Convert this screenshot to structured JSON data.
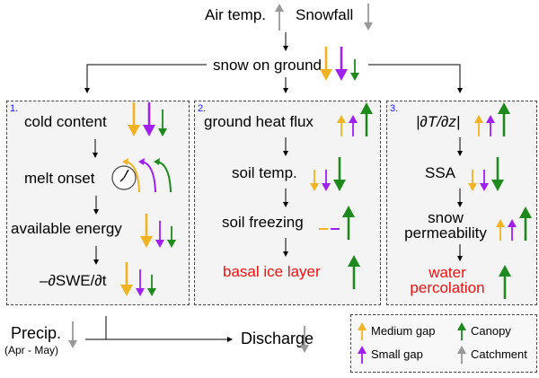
{
  "colors": {
    "medium_gap": "#F0B323",
    "small_gap": "#A020F0",
    "canopy": "#1E8A1E",
    "catchment": "#999999",
    "highlight": "#F01010",
    "panel_number": "#1A1AFF"
  },
  "top": {
    "air_temp": "Air temp.",
    "air_temp_arrows": [
      {
        "c": "catchment",
        "d": "up",
        "s": "m"
      }
    ],
    "snowfall": "Snowfall",
    "snowfall_arrows": [
      {
        "c": "catchment",
        "d": "down",
        "s": "m"
      }
    ],
    "snow_on_ground": "snow on ground",
    "snow_on_ground_arrows": [
      {
        "c": "medium_gap",
        "d": "down",
        "s": "l"
      },
      {
        "c": "small_gap",
        "d": "down",
        "s": "l"
      },
      {
        "c": "canopy",
        "d": "down",
        "s": "s"
      }
    ]
  },
  "panel1": {
    "number": "1.",
    "cold_content": "cold content",
    "cold_content_arrows": [
      {
        "c": "medium_gap",
        "d": "down",
        "s": "l"
      },
      {
        "c": "small_gap",
        "d": "down",
        "s": "l"
      },
      {
        "c": "canopy",
        "d": "down",
        "s": "m"
      }
    ],
    "melt_onset": "melt onset",
    "melt_onset_shift": "earlier",
    "available_energy": "available energy",
    "available_energy_arrows": [
      {
        "c": "medium_gap",
        "d": "down",
        "s": "l"
      },
      {
        "c": "small_gap",
        "d": "down",
        "s": "m"
      },
      {
        "c": "canopy",
        "d": "down",
        "s": "s"
      }
    ],
    "melt_rate": "–∂SWE/∂t",
    "melt_rate_arrows": [
      {
        "c": "medium_gap",
        "d": "down",
        "s": "l"
      },
      {
        "c": "small_gap",
        "d": "down",
        "s": "m"
      },
      {
        "c": "canopy",
        "d": "down",
        "s": "s"
      }
    ]
  },
  "panel2": {
    "number": "2.",
    "ground_heat_flux": "ground heat flux",
    "ground_heat_flux_arrows": [
      {
        "c": "medium_gap",
        "d": "up",
        "s": "s"
      },
      {
        "c": "small_gap",
        "d": "up",
        "s": "s"
      },
      {
        "c": "canopy",
        "d": "up",
        "s": "l"
      }
    ],
    "soil_temp": "soil temp.",
    "soil_temp_arrows": [
      {
        "c": "medium_gap",
        "d": "down",
        "s": "s"
      },
      {
        "c": "small_gap",
        "d": "down",
        "s": "s"
      },
      {
        "c": "canopy",
        "d": "down",
        "s": "l"
      }
    ],
    "soil_freezing": "soil freezing",
    "soil_freezing_arrows": [
      {
        "c": "medium_gap",
        "d": "none",
        "s": "s"
      },
      {
        "c": "small_gap",
        "d": "none",
        "s": "s"
      },
      {
        "c": "canopy",
        "d": "up",
        "s": "l"
      }
    ],
    "basal_ice_layer": "basal ice layer",
    "basal_ice_layer_arrows": [
      {
        "c": "canopy",
        "d": "up",
        "s": "l"
      }
    ]
  },
  "panel3": {
    "number": "3.",
    "temp_gradient": "|∂T/∂z|",
    "temp_gradient_arrows": [
      {
        "c": "medium_gap",
        "d": "up",
        "s": "s"
      },
      {
        "c": "small_gap",
        "d": "up",
        "s": "s"
      },
      {
        "c": "canopy",
        "d": "up",
        "s": "l"
      }
    ],
    "ssa": "SSA",
    "ssa_arrows": [
      {
        "c": "medium_gap",
        "d": "down",
        "s": "s"
      },
      {
        "c": "small_gap",
        "d": "down",
        "s": "s"
      },
      {
        "c": "canopy",
        "d": "down",
        "s": "l"
      }
    ],
    "snow_permeability_1": "snow",
    "snow_permeability_2": "permeability",
    "snow_permeability_arrows": [
      {
        "c": "medium_gap",
        "d": "up",
        "s": "s"
      },
      {
        "c": "small_gap",
        "d": "up",
        "s": "s"
      },
      {
        "c": "canopy",
        "d": "up",
        "s": "l"
      }
    ],
    "water_percolation_1": "water",
    "water_percolation_2": "percolation",
    "water_percolation_arrows": [
      {
        "c": "canopy",
        "d": "up",
        "s": "l"
      }
    ]
  },
  "bottom": {
    "precip": "Precip.",
    "precip_period": "(Apr - May)",
    "precip_arrows": [
      {
        "c": "catchment",
        "d": "down",
        "s": "m"
      }
    ],
    "discharge": "Discharge",
    "discharge_arrows": [
      {
        "c": "catchment",
        "d": "down",
        "s": "m"
      }
    ]
  },
  "legend": [
    {
      "label": "Medium gap",
      "c": "medium_gap"
    },
    {
      "label": "Canopy",
      "c": "canopy"
    },
    {
      "label": "Small gap",
      "c": "small_gap"
    },
    {
      "label": "Catchment",
      "c": "catchment"
    }
  ]
}
